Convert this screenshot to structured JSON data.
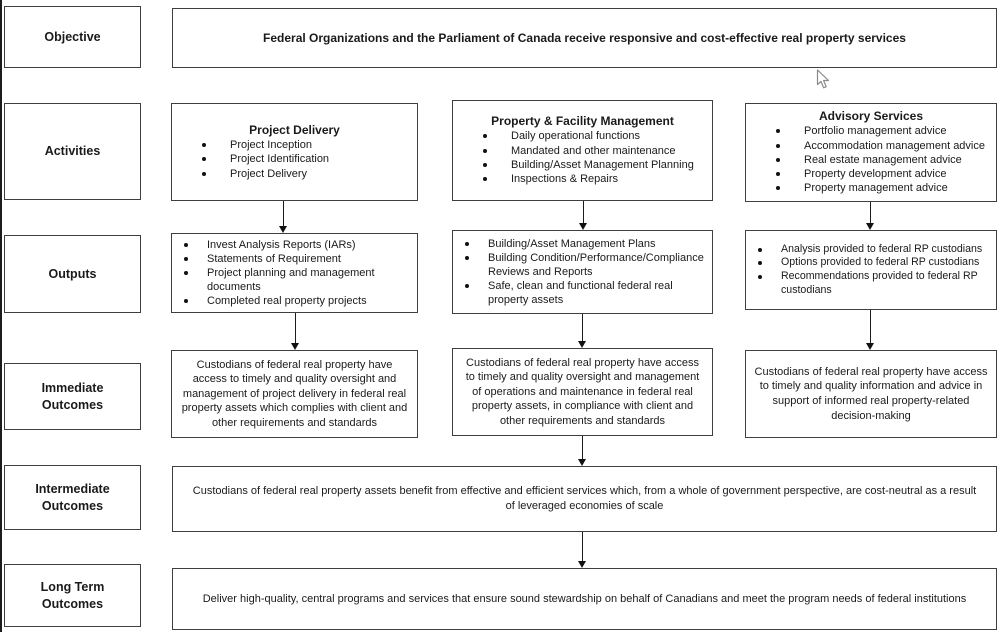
{
  "row_labels": {
    "objective": "Objective",
    "activities": "Activities",
    "outputs": "Outputs",
    "immediate_outcomes": "Immediate Outcomes",
    "intermediate_outcomes": "Intermediate Outcomes",
    "long_term_outcomes": "Long Term Outcomes"
  },
  "objective": {
    "text": "Federal Organizations and the Parliament of Canada receive responsive and cost-effective real property services"
  },
  "activities": {
    "columns": [
      {
        "title": "Project Delivery",
        "bullets": [
          "Project Inception",
          "Project Identification",
          "Project Delivery"
        ]
      },
      {
        "title": "Property & Facility Management",
        "bullets": [
          "Daily operational functions",
          "Mandated and other maintenance",
          "Building/Asset Management Planning",
          "Inspections & Repairs"
        ]
      },
      {
        "title": "Advisory Services",
        "bullets": [
          "Portfolio management advice",
          "Accommodation management advice",
          "Real estate management advice",
          "Property development advice",
          "Property management advice"
        ]
      }
    ]
  },
  "outputs": {
    "columns": [
      {
        "bullets": [
          "Invest Analysis Reports (IARs)",
          "Statements of Requirement",
          "Project planning and management documents",
          "Completed real property projects"
        ]
      },
      {
        "bullets": [
          "Building/Asset Management Plans",
          "Building Condition/Performance/Compliance Reviews and Reports",
          "Safe, clean and functional federal real property assets"
        ]
      },
      {
        "bullets": [
          "Analysis provided to federal RP custodians",
          "Options provided to federal RP custodians",
          "Recommendations provided to federal RP custodians"
        ]
      }
    ]
  },
  "immediate_outcomes": {
    "columns": [
      {
        "text": "Custodians of federal real property have access to timely and quality oversight and management of project delivery in federal real property assets which complies with client and other requirements and standards"
      },
      {
        "text": "Custodians of federal real property have access to timely and quality oversight and management of operations and maintenance in federal real property assets, in compliance with client and other requirements and standards"
      },
      {
        "text": "Custodians of federal real property have access to timely and quality information and advice in support of informed real property-related decision-making"
      }
    ]
  },
  "intermediate_outcomes": {
    "text": "Custodians of federal real property assets benefit from effective and efficient services which, from a whole of government perspective, are cost-neutral as a result of leveraged economies of scale"
  },
  "long_term_outcomes": {
    "text": "Deliver high-quality, central programs and services that ensure sound stewardship on behalf of Canadians and meet the program needs of federal institutions"
  }
}
